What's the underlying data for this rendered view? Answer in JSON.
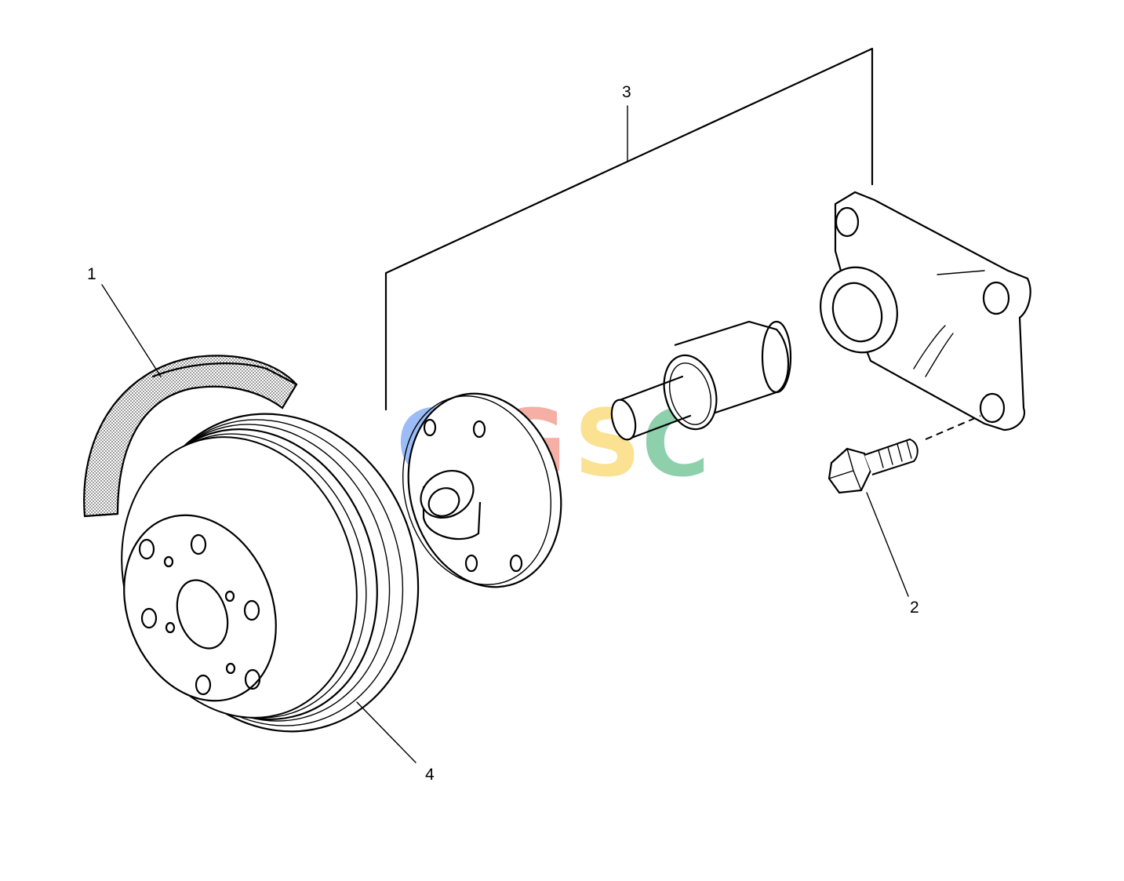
{
  "diagram": {
    "callouts": [
      {
        "id": "1",
        "label": "1"
      },
      {
        "id": "2",
        "label": "2"
      },
      {
        "id": "3",
        "label": "3"
      },
      {
        "id": "4",
        "label": "4"
      }
    ]
  },
  "watermark": {
    "letters": [
      {
        "char": "C",
        "color": "#4a86f0"
      },
      {
        "char": "G",
        "color": "#ee6f5c"
      },
      {
        "char": "S",
        "color": "#f6cc3a"
      },
      {
        "char": "C",
        "color": "#33a86a"
      }
    ]
  },
  "colors": {
    "line": "#000000",
    "background": "#ffffff",
    "stipple": "#9a9a9a"
  }
}
